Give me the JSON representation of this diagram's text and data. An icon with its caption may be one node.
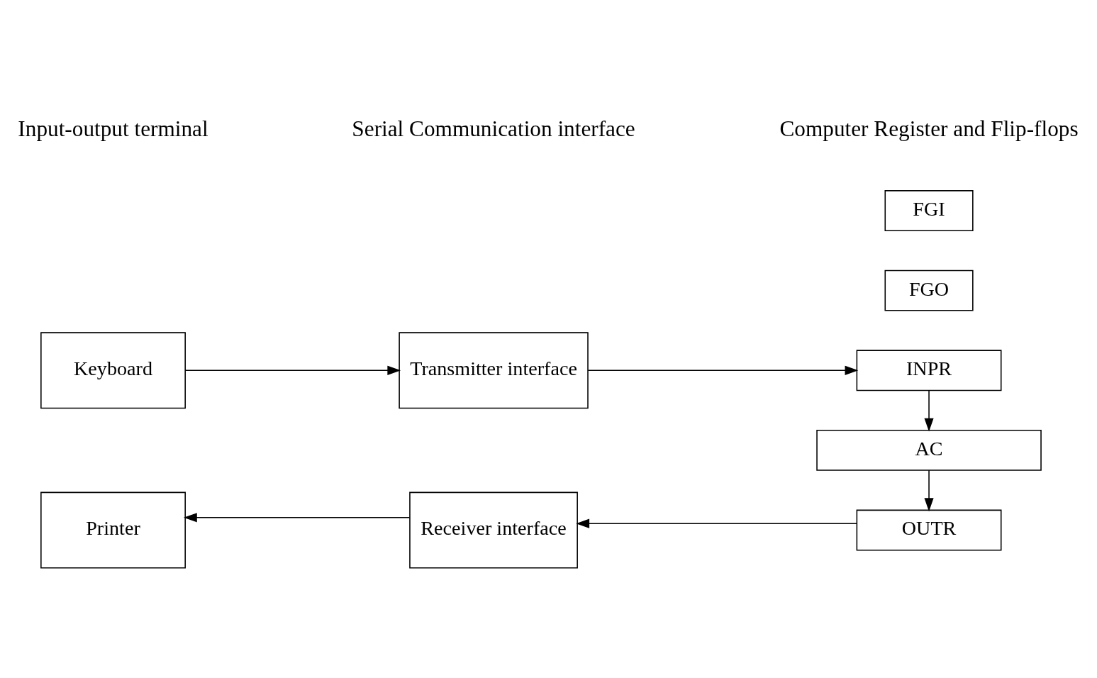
{
  "diagram": {
    "nodes": [
      {
        "text": [
          "Printer"
        ]
      },
      {
        "text": [
          "Receiver interface"
        ]
      },
      {
        "text": [
          "FGO"
        ]
      },
      {
        "text": [
          "OUTR"
        ]
      },
      {
        "text": [
          "AC"
        ]
      },
      {
        "text": [
          "Keyboard"
        ]
      },
      {
        "text": [
          "Transmitter interface"
        ]
      },
      {
        "text": [
          "INPR"
        ]
      },
      {
        "text": [
          "FGI"
        ]
      }
    ],
    "edges": [
      {
        "from": 1,
        "to": 0,
        "arrow": "to"
      },
      {
        "from": 3,
        "to": 1,
        "arrow": "to"
      },
      {
        "from": 4,
        "to": 3,
        "arrow": "to"
      },
      {
        "from": 5,
        "to": 6,
        "arrow": "to"
      },
      {
        "from": 6,
        "to": 7,
        "arrow": "to"
      },
      {
        "from": 7,
        "to": 4,
        "arrow": "to"
      }
    ],
    "labels": [
      "Input-output terminal",
      "Serial Communication interface",
      "Computer Register and Flip-flops"
    ]
  }
}
